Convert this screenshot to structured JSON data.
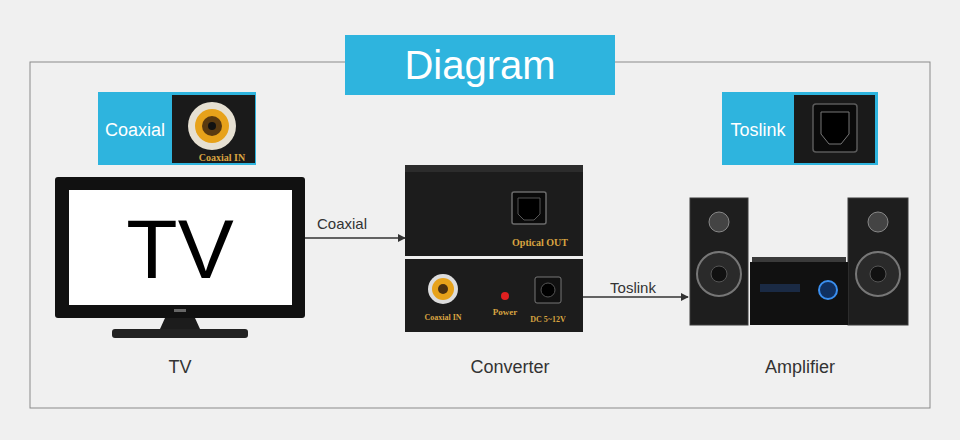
{
  "diagram": {
    "title": "Diagram",
    "nodes": [
      {
        "text": [
          "Coaxial",
          "Coaxial IN"
        ]
      },
      {
        "text": [
          "Toslink"
        ]
      },
      {
        "text": [
          "TV",
          "TV"
        ]
      },
      {
        "text": [
          "Optical OUT",
          "Coaxial IN",
          "Power",
          "DC 5~12V",
          "Converter"
        ]
      },
      {
        "text": [
          "Amplifier"
        ]
      }
    ],
    "edges": [
      {
        "from": 2,
        "to": 3,
        "label": "Coaxial",
        "arrow": "to"
      },
      {
        "from": 3,
        "to": 4,
        "label": "Toslink",
        "arrow": "to"
      }
    ]
  }
}
